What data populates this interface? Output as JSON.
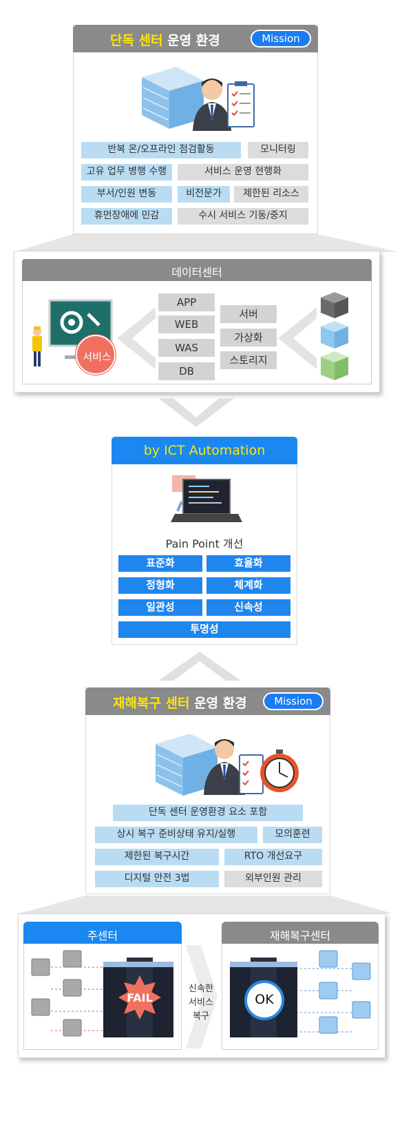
{
  "standalone": {
    "title_highlight": "단독 센터",
    "title_rest": " 운영 환경",
    "mission_label": "Mission",
    "tags": [
      "반복 온/오프라인 점검활동",
      "모니터링",
      "고유 업무 병행 수행",
      "서비스 운영 현행화",
      "부서/인원 변동",
      "비전문가",
      "제한된 리소스",
      "휴먼장애에 민감",
      "수시 서비스 기동/중지"
    ]
  },
  "datacenter": {
    "title": "데이터센터",
    "service_label": "서비스",
    "stack": [
      "APP",
      "WEB",
      "WAS",
      "DB"
    ],
    "infra": [
      "서버",
      "가상화",
      "스토리지"
    ]
  },
  "ict": {
    "title": "by ICT Automation",
    "subtitle": "Pain Point 개선",
    "tags": [
      "표준화",
      "효율화",
      "정형화",
      "체계화",
      "일관성",
      "신속성",
      "투명성"
    ]
  },
  "dr": {
    "title_highlight": "재해복구 센터",
    "title_rest": " 운영 환경",
    "mission_label": "Mission",
    "tags": [
      "단독 센터 운영환경 요소 포함",
      "상시 복구 준비상태 유지/실행",
      "모의훈련",
      "제한된 복구시간",
      "RTO 개선요구",
      "디지털 안전 3법",
      "외부인원 관리"
    ]
  },
  "failover": {
    "main_title": "주센터",
    "dr_title": "재해복구센터",
    "fail_label": "FAIL",
    "ok_label": "OK",
    "middle_line1": "신속한",
    "middle_line2": "서비스",
    "middle_line3": "복구"
  },
  "colors": {
    "accent_blue": "#1a88f0",
    "header_gray": "#8a8a8a",
    "highlight_yellow": "#ffe600",
    "tag_light_blue": "#b9dcf3",
    "tag_gray": "#dcdcdc",
    "service_red": "#f07060"
  }
}
